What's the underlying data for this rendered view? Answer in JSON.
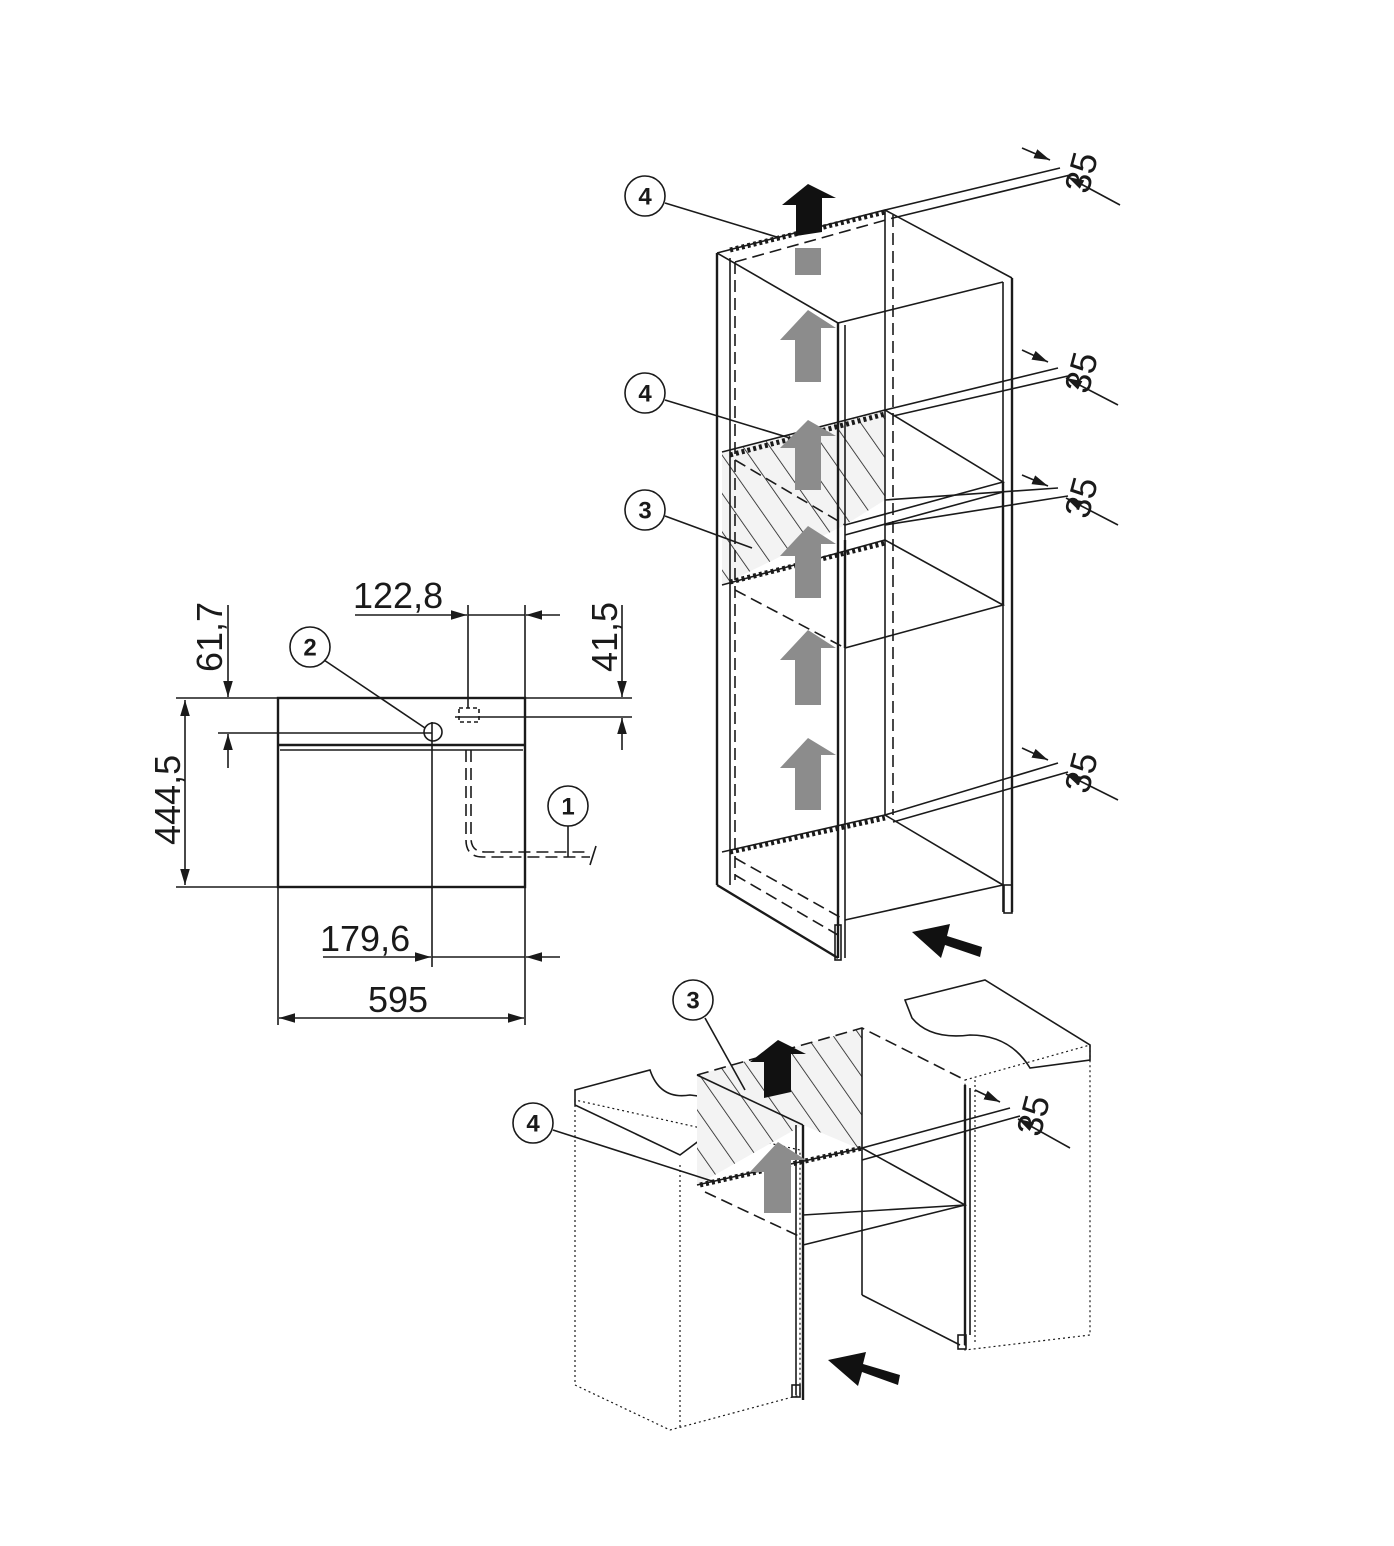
{
  "appliance_dimensions": {
    "height": "444,5",
    "top_to_outlet": "61,7",
    "top_to_connection": "41,5",
    "right_to_connection": "122,8",
    "right_to_outlet": "179,6",
    "width": "595"
  },
  "callouts": {
    "c1": "1",
    "c2": "2",
    "c3": "3",
    "c4": "4"
  },
  "ventilation_gaps": {
    "tall_top": "35",
    "tall_upper_shelf": "35",
    "tall_lower_shelf": "35",
    "tall_bottom": "35",
    "base": "35"
  },
  "colors": {
    "appliance_fill": "#e0e0e0",
    "airflow_arrow": "#8c8c8c",
    "exhaust_arrow": "#111111"
  }
}
